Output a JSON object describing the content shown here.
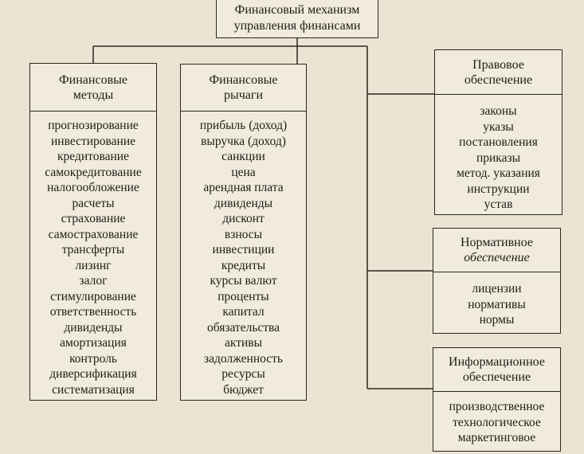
{
  "top": {
    "line1": "Финансовый механизм",
    "line2": "управления финансами"
  },
  "methods": {
    "title1": "Финансовые",
    "title2": "методы",
    "items": [
      "прогнозирование",
      "инвестирование",
      "кредитование",
      "самокредитование",
      "налогообложение",
      "расчеты",
      "страхование",
      "самострахование",
      "трансферты",
      "лизинг",
      "залог",
      "стимулирование",
      "ответственность",
      "дивиденды",
      "амортизация",
      "контроль",
      "диверсификация",
      "систематизация"
    ]
  },
  "levers": {
    "title1": "Финансовые",
    "title2": "рычаги",
    "items": [
      "прибыль (доход)",
      "выручка (доход)",
      "санкции",
      "цена",
      "арендная плата",
      "дивиденды",
      "дисконт",
      "взносы",
      "инвестиции",
      "кредиты",
      "курсы валют",
      "проценты",
      "капитал",
      "обязательства",
      "активы",
      "задолженность",
      "ресурсы",
      "бюджет"
    ]
  },
  "legal": {
    "title1": "Правовое",
    "title2": "обеспечение",
    "items": [
      "законы",
      "указы",
      "постановления",
      "приказы",
      "метод. указания",
      "инструкции",
      "устав"
    ]
  },
  "normative": {
    "title1": "Нормативное",
    "title2": "обеспечение",
    "items": [
      "лицензии",
      "нормативы",
      "нормы"
    ]
  },
  "info": {
    "title1": "Информационное",
    "title2": "обеспечение",
    "items": [
      "производственное",
      "технологическое",
      "маркетинговое"
    ]
  }
}
